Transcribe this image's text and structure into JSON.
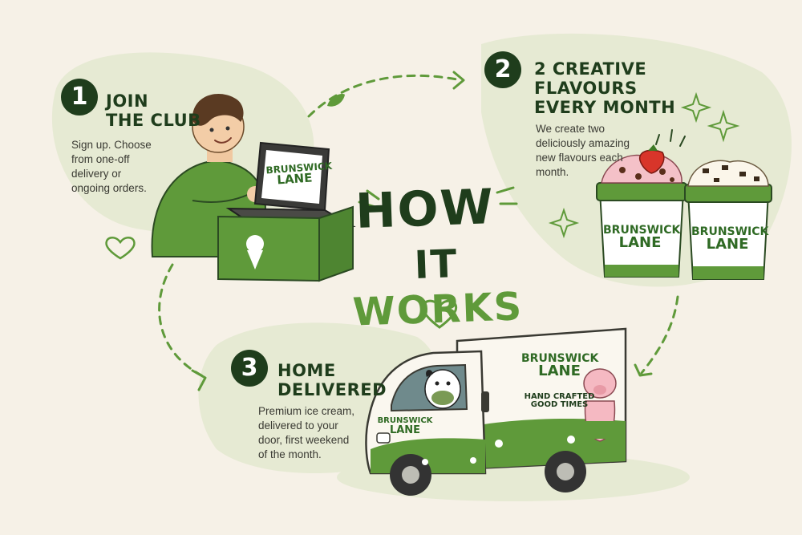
{
  "headline": {
    "line1": "HOW",
    "line2_part1": "IT",
    "line2_part2": "WORKS"
  },
  "steps": [
    {
      "number": "1",
      "title_line1": "JOIN",
      "title_line2": "THE CLUB",
      "description_lines": [
        "Sign up. Choose",
        "from one-off",
        "delivery or",
        "ongoing orders."
      ]
    },
    {
      "number": "2",
      "title_line1": "2 CREATIVE",
      "title_line2": "FLAVOURS",
      "title_line3": "EVERY MONTH",
      "description_lines": [
        "We create two",
        "deliciously amazing",
        "new flavours each",
        "month."
      ]
    },
    {
      "number": "3",
      "title_line1": "HOME",
      "title_line2": "DELIVERED",
      "description_lines": [
        "Premium ice cream,",
        "delivered to your",
        "door, first weekend",
        "of the month."
      ]
    }
  ],
  "brand": {
    "line1": "BRUNSWICK",
    "line2": "LANE"
  },
  "truck_slogan": {
    "line1": "HAND CRAFTED",
    "line2": "GOOD TIMES"
  },
  "colors": {
    "dark_green": "#1f3d1c",
    "brand_green": "#5f9a3a",
    "light_green": "#e3ead2",
    "background": "#f6f1e7"
  }
}
